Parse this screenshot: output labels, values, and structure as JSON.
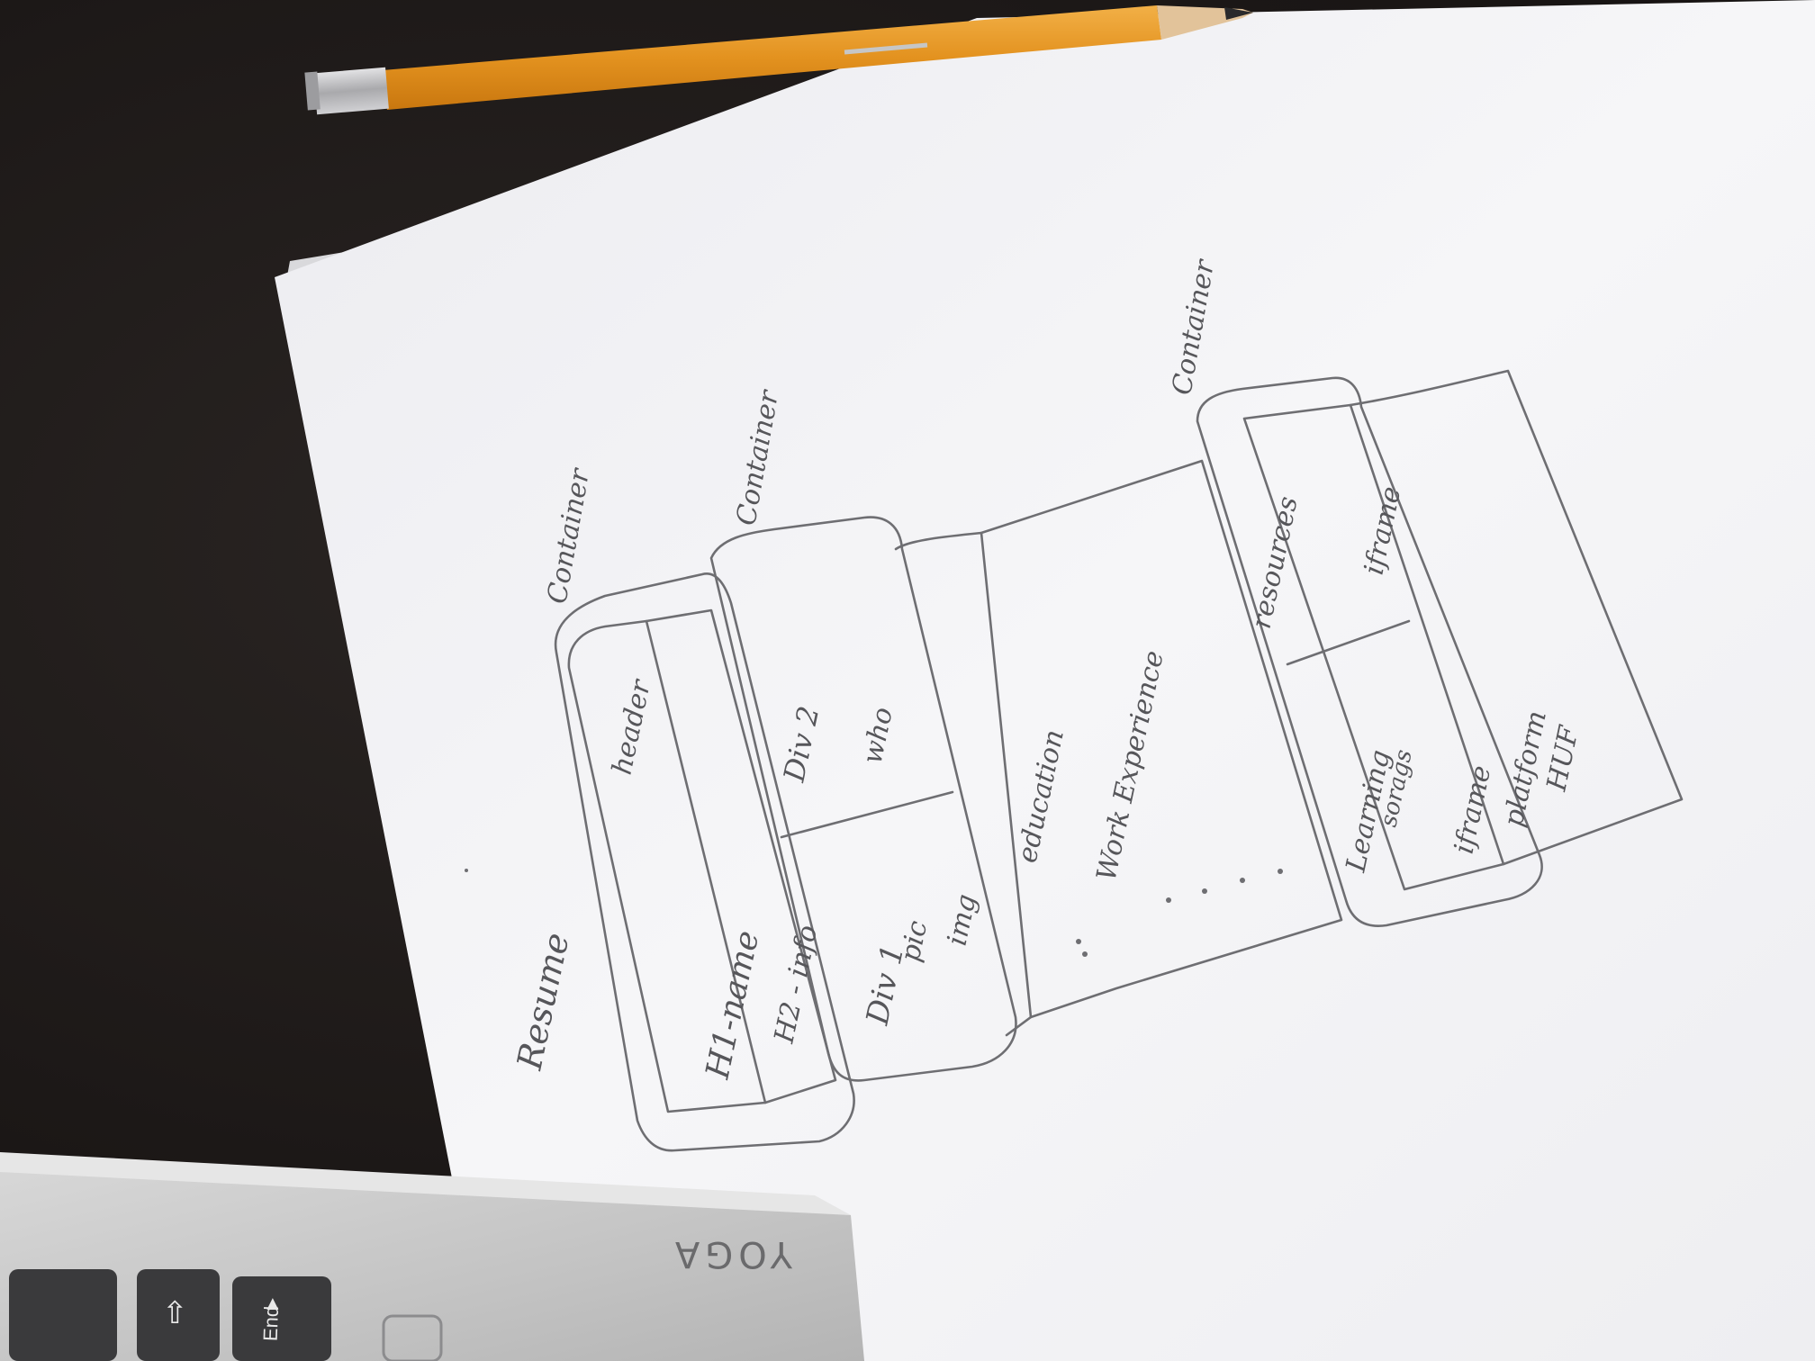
{
  "sketch": {
    "page_label": "Resume",
    "outer_container_label": "Container",
    "middle_container_label": "Container",
    "right_container_label": "Container",
    "header_label": "header",
    "h1_label": "H1-name",
    "h2_label": "H2 - info",
    "div1_label": "Div 1",
    "div1_pic": "pic",
    "div1_img": "img",
    "div2_label": "Div 2",
    "div2_who": "who",
    "education_label": "education",
    "work_label": "Work Experience",
    "resources_label": "resources",
    "iframe_right_label": "iframe",
    "learning_label": "Learning",
    "learning_sub_label": "sorags",
    "iframe_left_label": "iframe",
    "platform_label": "platform",
    "huf_label": "HUF"
  },
  "laptop": {
    "brand": "YOGA",
    "end_key": "End"
  },
  "colors": {
    "desk": "#1b1716",
    "paper": "#f3f3f5",
    "pencil_body": "#e79a2a",
    "pencil_ferrule": "#b7b7ba",
    "graphite": "#6e6e72",
    "laptop_body": "#c9c9c9"
  }
}
